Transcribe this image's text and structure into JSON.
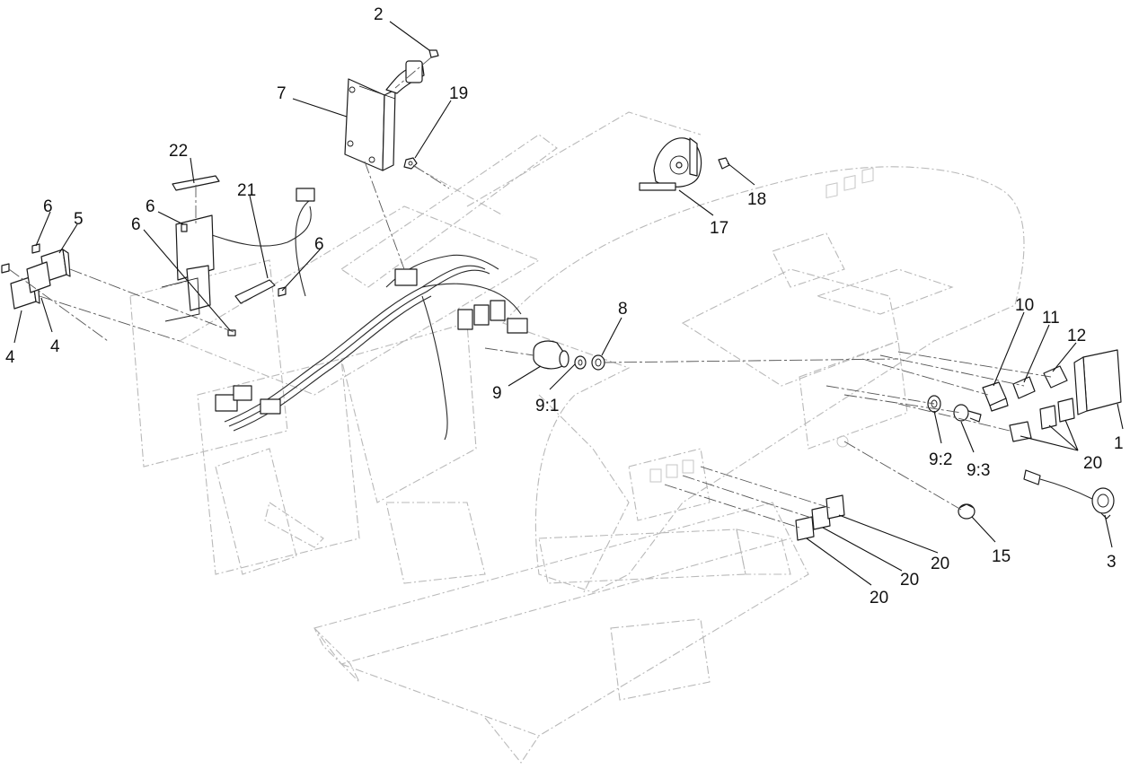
{
  "figure": {
    "description_visible_text_only": true,
    "callouts": [
      {
        "id": "c2",
        "label": "2"
      },
      {
        "id": "c7",
        "label": "7"
      },
      {
        "id": "c19",
        "label": "19"
      },
      {
        "id": "c22",
        "label": "22"
      },
      {
        "id": "c21",
        "label": "21"
      },
      {
        "id": "c6a",
        "label": "6"
      },
      {
        "id": "c6b",
        "label": "6"
      },
      {
        "id": "c6c",
        "label": "6"
      },
      {
        "id": "c6d",
        "label": "6"
      },
      {
        "id": "c5",
        "label": "5"
      },
      {
        "id": "c4a",
        "label": "4"
      },
      {
        "id": "c4b",
        "label": "4"
      },
      {
        "id": "c17",
        "label": "17"
      },
      {
        "id": "c18",
        "label": "18"
      },
      {
        "id": "c8",
        "label": "8"
      },
      {
        "id": "c9",
        "label": "9"
      },
      {
        "id": "c91",
        "label": "9:1"
      },
      {
        "id": "c10",
        "label": "10"
      },
      {
        "id": "c11",
        "label": "11"
      },
      {
        "id": "c12",
        "label": "12"
      },
      {
        "id": "c1",
        "label": "1"
      },
      {
        "id": "c92",
        "label": "9:2"
      },
      {
        "id": "c93",
        "label": "9:3"
      },
      {
        "id": "c20a",
        "label": "20"
      },
      {
        "id": "c20b",
        "label": "20"
      },
      {
        "id": "c20c",
        "label": "20"
      },
      {
        "id": "c20d",
        "label": "20"
      },
      {
        "id": "c15",
        "label": "15"
      },
      {
        "id": "c3",
        "label": "3"
      }
    ]
  }
}
